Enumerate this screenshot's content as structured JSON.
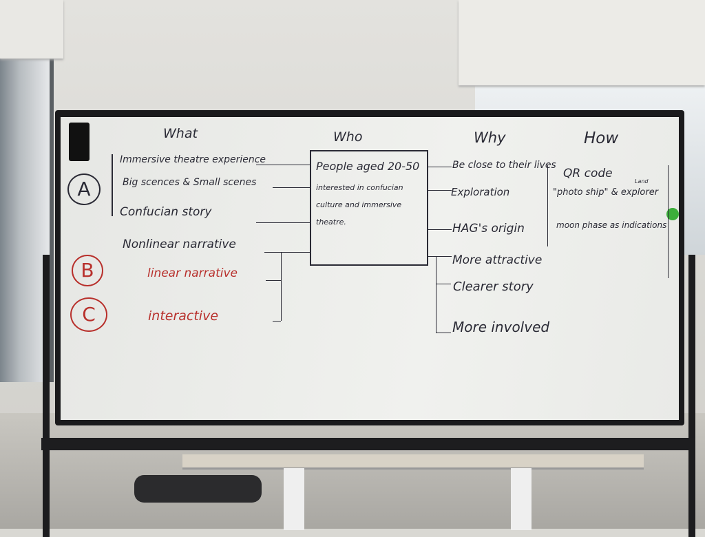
{
  "headers": {
    "what": "What",
    "who": "Who",
    "why": "Why",
    "how": "How"
  },
  "groups": {
    "a": "A",
    "b": "B",
    "c": "C"
  },
  "what_items": [
    "Immersive theatre experience",
    "Big scences & Small scenes",
    "Confucian story",
    "Nonlinear narrative"
  ],
  "what_red_items": [
    "linear narrative",
    "interactive"
  ],
  "who": {
    "title": "People aged 20-50",
    "detail": "interested in confucian culture and immersive theatre."
  },
  "why_items": [
    "Be close to their lives",
    "Exploration",
    "HAG's origin",
    "More attractive",
    "Clearer story",
    "More involved"
  ],
  "how_items": {
    "qr": "QR code",
    "photo": "\"photo ship\" & explorer",
    "land": "Land",
    "moon": "moon phase as indications"
  },
  "colors": {
    "ink": "#2a2a35",
    "red_ink": "#b8302c",
    "magnet": "#3cae3a"
  }
}
